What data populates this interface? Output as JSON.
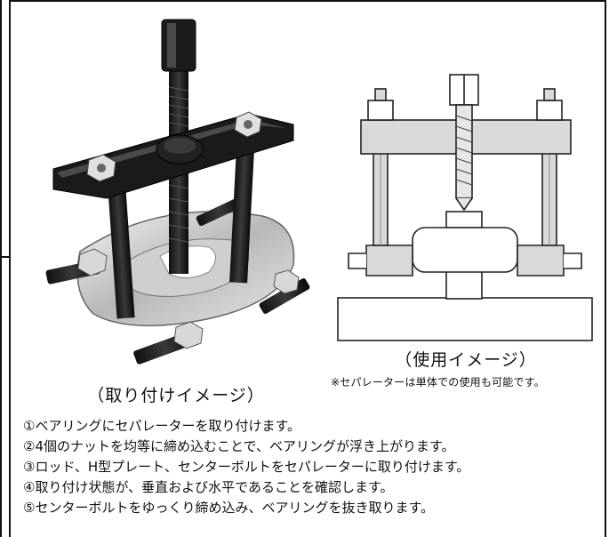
{
  "photo": {
    "caption": "（取り付けイメージ）"
  },
  "diagram": {
    "caption": "（使用イメージ）",
    "note": "※セパレーターは単体での使用も可能です。"
  },
  "steps": [
    "①ベアリングにセパレーターを取り付けます。",
    "②4個のナットを均等に締め込むことで、ベアリングが浮き上がります。",
    "③ロッド、H型プレート、センターボルトをセパレーターに取り付けます。",
    "④取り付け状態が、垂直および水平であることを確認します。",
    "⑤センターボルトをゆっくり締め込み、ベアリングを抜き取ります。"
  ]
}
